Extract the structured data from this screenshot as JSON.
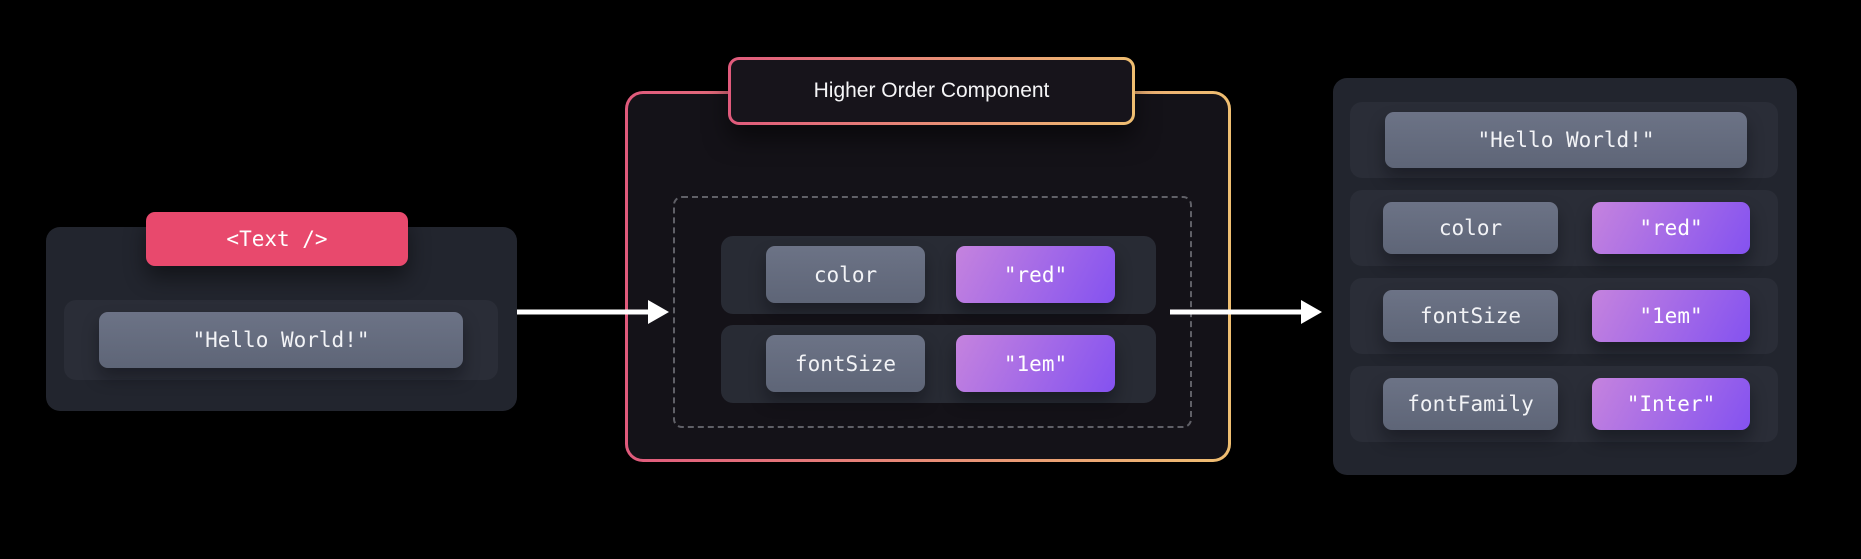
{
  "diagram": {
    "input": {
      "tag": "<Text />",
      "child": "\"Hello World!\""
    },
    "hoc": {
      "title": "Higher Order Component",
      "props": [
        {
          "key": "color",
          "value": "\"red\""
        },
        {
          "key": "fontSize",
          "value": "\"1em\""
        }
      ]
    },
    "output": {
      "child": "\"Hello World!\"",
      "props": [
        {
          "key": "color",
          "value": "\"red\""
        },
        {
          "key": "fontSize",
          "value": "\"1em\""
        },
        {
          "key": "fontFamily",
          "value": "\"Inter\""
        }
      ]
    }
  },
  "colors": {
    "page_bg": "#000000",
    "card_bg": "#22252E",
    "row_bg": "#2A2D37",
    "key_box_start": "#6C7386",
    "key_box_end": "#5E6577",
    "accent_pink": "#E8496D",
    "hoc_bg": "#141218",
    "border_grad_start": "#E05A7C",
    "border_grad_end": "#EFBE71",
    "value_grad_start": "#C583DE",
    "value_grad_end": "#8452F0",
    "dashed_border": "#606067",
    "arrow_color": "#FFFFFF",
    "text_main": "#F2F3F6"
  }
}
